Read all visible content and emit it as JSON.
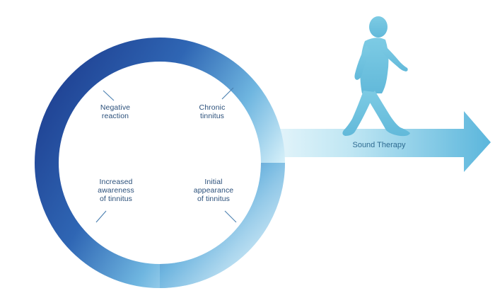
{
  "diagram": {
    "cycle_stages": [
      {
        "id": "negative-reaction",
        "label": "Negative\nreaction"
      },
      {
        "id": "chronic-tinnitus",
        "label": "Chronic\ntinnitus"
      },
      {
        "id": "increased-awareness",
        "label": "Increased\nawareness\nof tinnitus"
      },
      {
        "id": "initial-appearance",
        "label": "Initial\nappearance\nof tinnitus"
      }
    ],
    "exit_arrow": {
      "label": "Sound Therapy"
    },
    "figure_icon": "walking-person-icon",
    "colors": {
      "ring_dark": "#1d3f8f",
      "ring_mid": "#4a90d0",
      "ring_light": "#cdeef8",
      "arrow_light": "#d8f0f8",
      "arrow_dark": "#5ab8dc",
      "figure": "#6fc3de",
      "label_text": "#2a4f7a"
    }
  }
}
